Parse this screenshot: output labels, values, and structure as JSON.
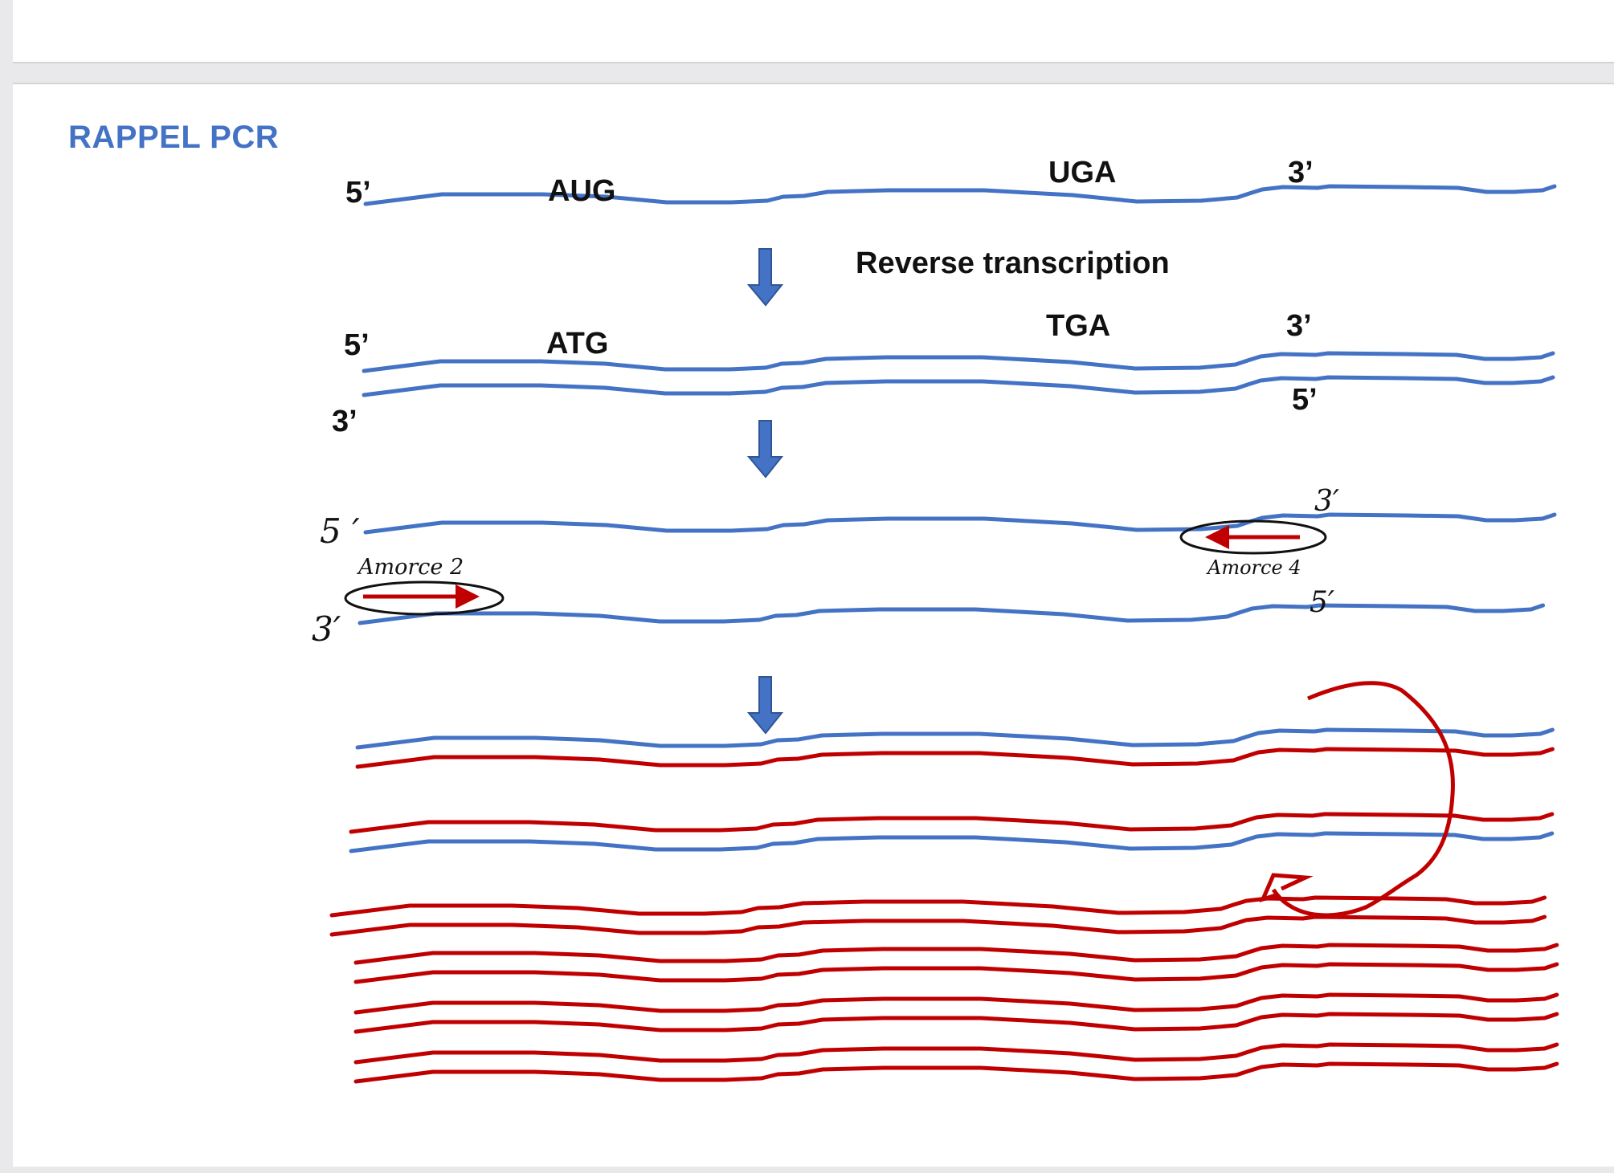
{
  "title": "RAPPEL PCR",
  "labels": {
    "mrna_5": "5’",
    "mrna_start": "AUG",
    "mrna_stop": "UGA",
    "mrna_3": "3’",
    "step_reverse_transcription": "Reverse transcription",
    "cdna_top_5": "5’",
    "cdna_start": "ATG",
    "cdna_stop": "TGA",
    "cdna_top_3": "3’",
    "cdna_bottom_3": "3’",
    "cdna_bottom_5": "5’",
    "hand_top_5": "5 ′",
    "hand_top_3": "3′",
    "hand_bottom_3": "3′",
    "hand_bottom_5": "5′",
    "primer_left": "Amorce 2",
    "primer_right": "Amorce 4"
  },
  "colors": {
    "title": "#4472c4",
    "strand_template": "#4472c4",
    "strand_amplified": "#c00000",
    "arrow_fill": "#4472c4",
    "arrow_stroke": "#2f5597",
    "text": "#111111"
  }
}
